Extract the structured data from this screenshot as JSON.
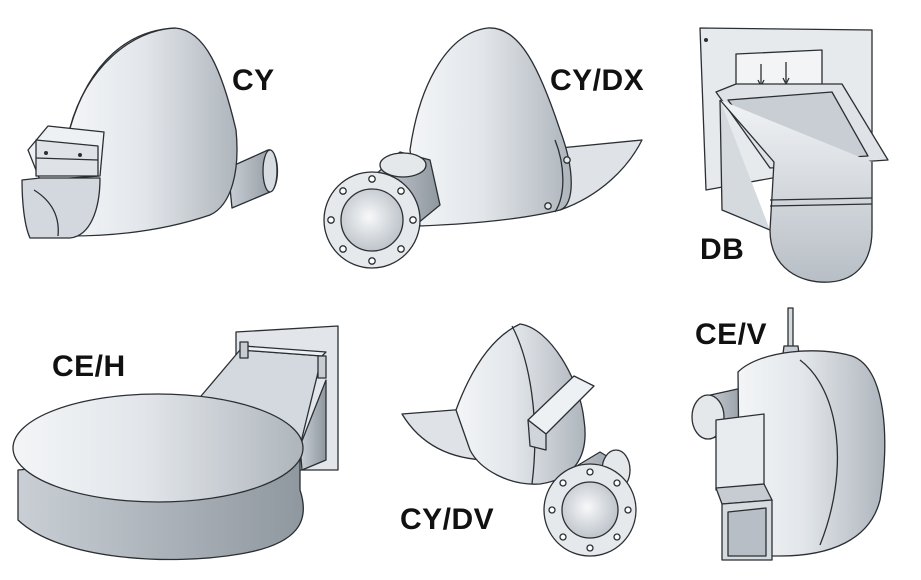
{
  "labels": {
    "cy": "CY",
    "cydx": "CY/DX",
    "db": "DB",
    "ceh": "CE/H",
    "cydv": "CY/DV",
    "cev": "CE/V"
  },
  "colors": {
    "metal_light": "#eef1f4",
    "metal_mid": "#cdd3d9",
    "metal_dark": "#9ea6ae",
    "outline": "#2b2f33",
    "label": "#111111"
  }
}
